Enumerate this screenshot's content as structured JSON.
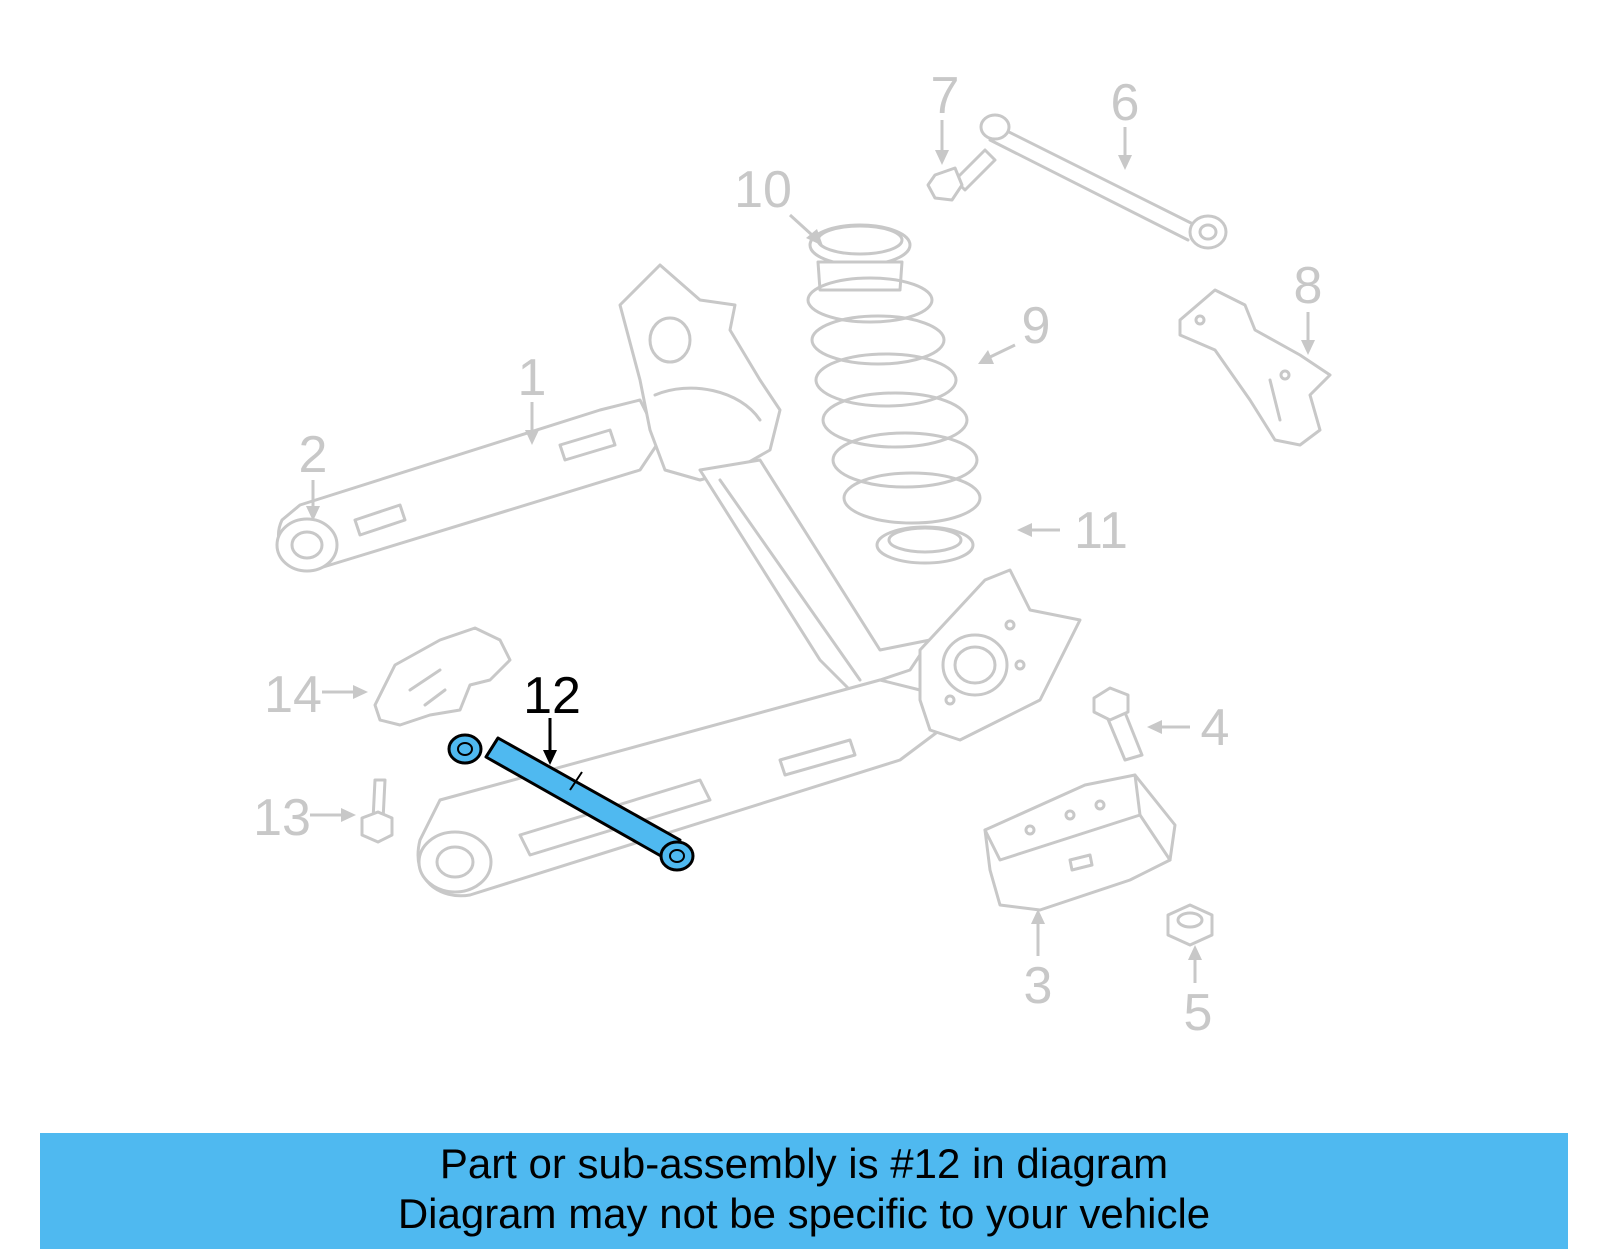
{
  "diagram": {
    "callouts": [
      {
        "number": "1",
        "highlighted": false
      },
      {
        "number": "2",
        "highlighted": false
      },
      {
        "number": "3",
        "highlighted": false
      },
      {
        "number": "4",
        "highlighted": false
      },
      {
        "number": "5",
        "highlighted": false
      },
      {
        "number": "6",
        "highlighted": false
      },
      {
        "number": "7",
        "highlighted": false
      },
      {
        "number": "8",
        "highlighted": false
      },
      {
        "number": "9",
        "highlighted": false
      },
      {
        "number": "10",
        "highlighted": false
      },
      {
        "number": "11",
        "highlighted": false
      },
      {
        "number": "12",
        "highlighted": true
      },
      {
        "number": "13",
        "highlighted": false
      },
      {
        "number": "14",
        "highlighted": false
      }
    ],
    "highlight_color": "#4fb9f0",
    "ghost_color": "#c8c8c8"
  },
  "banner": {
    "line1": "Part or sub-assembly is #12 in diagram",
    "line2": "Diagram may not be specific to your vehicle",
    "background": "#4fb9f0"
  }
}
